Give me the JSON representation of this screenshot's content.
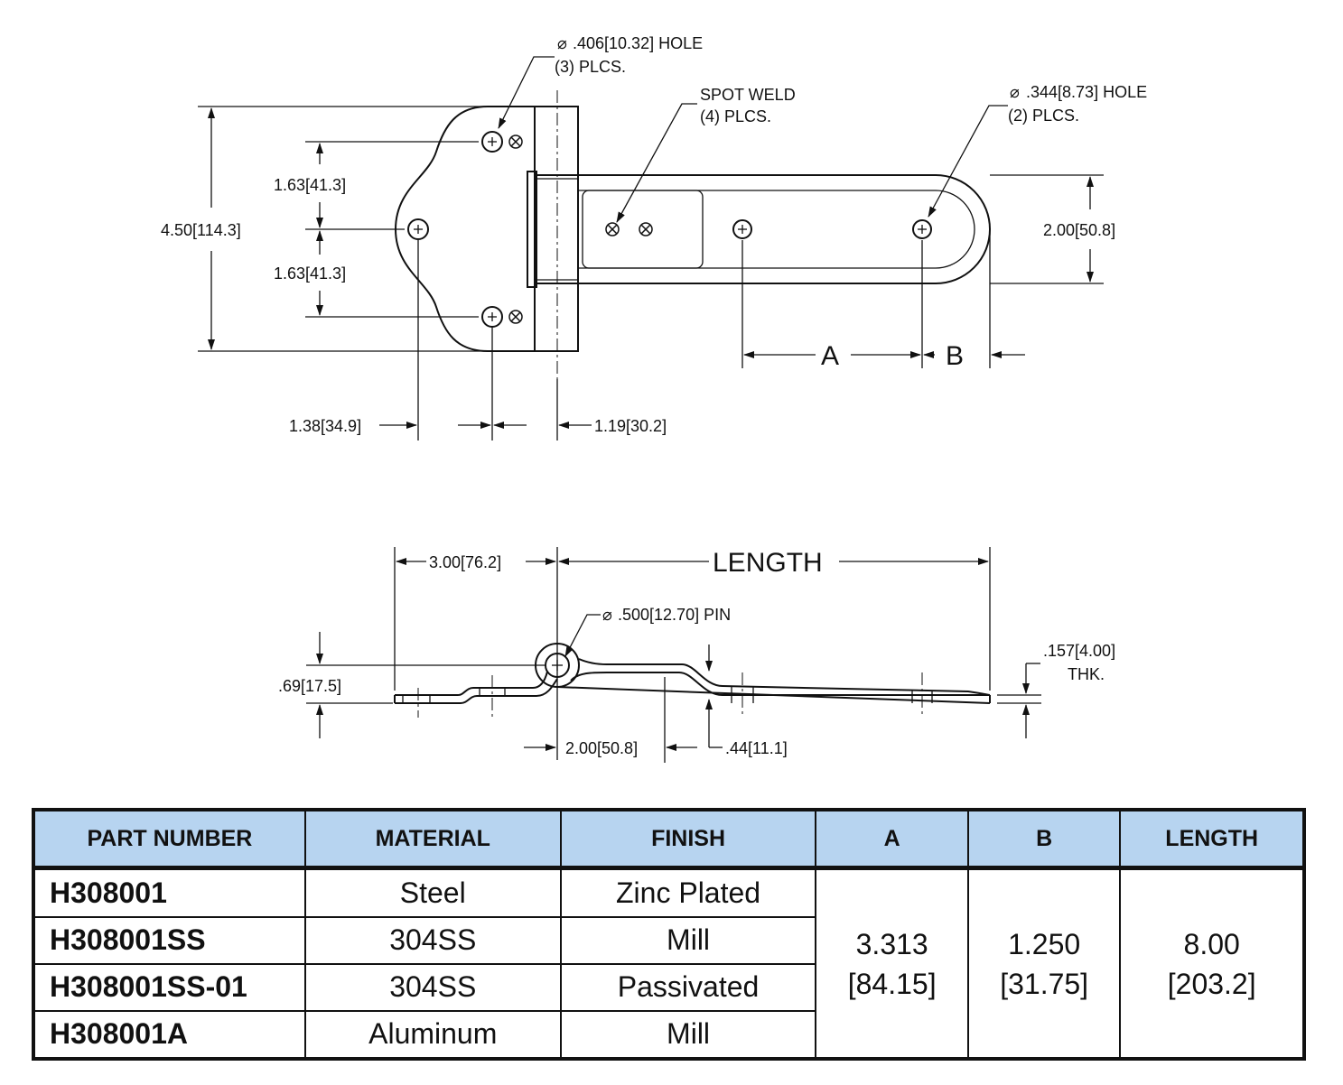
{
  "top_view": {
    "hole_406_callout": ".406[10.32] HOLE",
    "hole_406_qty": "(3) PLCS.",
    "spot_weld_callout": "SPOT WELD",
    "spot_weld_qty": "(4) PLCS.",
    "hole_344_callout": ".344[8.73] HOLE",
    "hole_344_qty": "(2) PLCS.",
    "dim_overall_height": "4.50[114.3]",
    "dim_hole_spacing_upper": "1.63[41.3]",
    "dim_hole_spacing_lower": "1.63[41.3]",
    "dim_strap_width": "2.00[50.8]",
    "dim_leaf_hole_offset": "1.38[34.9]",
    "dim_pin_offset": "1.19[30.2]",
    "label_a": "A",
    "label_b": "B"
  },
  "side_view": {
    "dim_leaf_length": "3.00[76.2]",
    "label_length": "LENGTH",
    "pin_callout": ".500[12.70] PIN",
    "dim_height": ".69[17.5]",
    "dim_thickness": ".157[4.00]",
    "thickness_label": "THK.",
    "dim_offset_length": "2.00[50.8]",
    "dim_offset_height": ".44[11.1]"
  },
  "table": {
    "headers": [
      "PART NUMBER",
      "MATERIAL",
      "FINISH",
      "A",
      "B",
      "LENGTH"
    ],
    "rows": [
      {
        "part_number": "H308001",
        "material": "Steel",
        "finish": "Zinc Plated"
      },
      {
        "part_number": "H308001SS",
        "material": "304SS",
        "finish": "Mill"
      },
      {
        "part_number": "H308001SS-01",
        "material": "304SS",
        "finish": "Passivated"
      },
      {
        "part_number": "H308001A",
        "material": "Aluminum",
        "finish": "Mill"
      }
    ],
    "shared": {
      "a": "3.313",
      "a_metric": "[84.15]",
      "b": "1.250",
      "b_metric": "[31.75]",
      "length": "8.00",
      "length_metric": "[203.2]"
    }
  }
}
